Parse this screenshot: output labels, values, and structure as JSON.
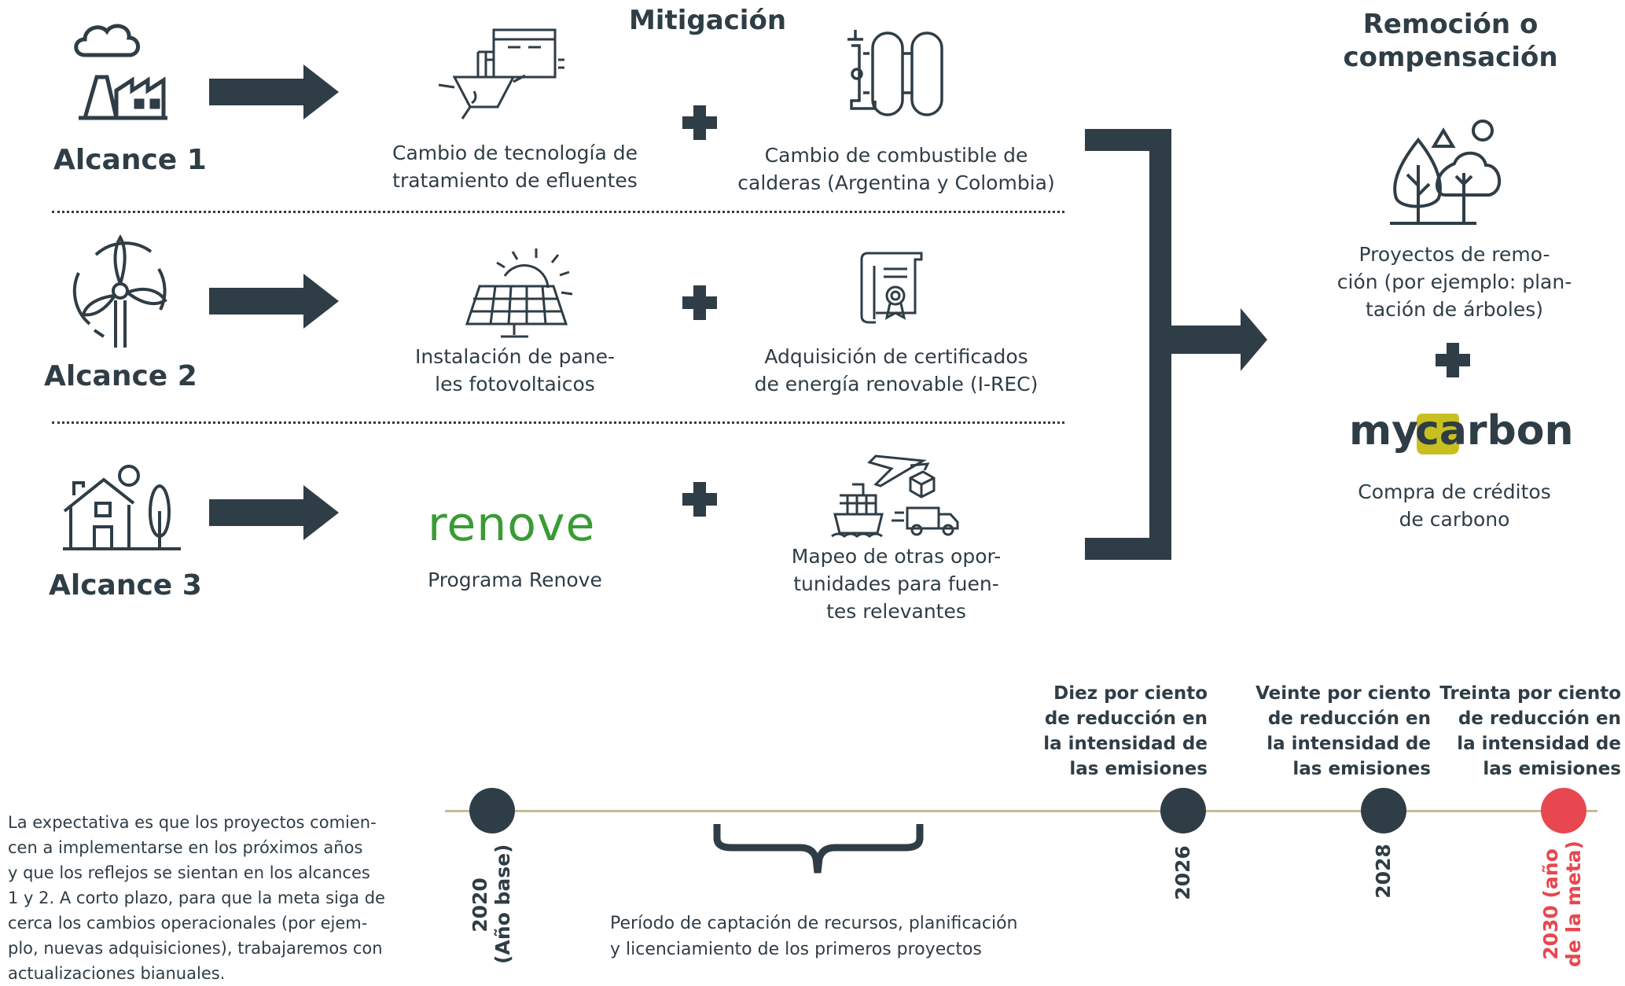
{
  "headings": {
    "mitigation": "Mitigación",
    "removal_line1": "Remoción o",
    "removal_line2": "compensación"
  },
  "scopes": [
    {
      "label": "Alcance 1",
      "icon": "factory-cloud-icon",
      "action1": {
        "line1": "Cambio de tecnología de",
        "line2": "tratamiento de efluentes",
        "icon": "effluent-treatment-icon"
      },
      "action2": {
        "line1": "Cambio de combustible de",
        "line2": "calderas (Argentina y Colombia)",
        "icon": "boiler-tanks-icon"
      }
    },
    {
      "label": "Alcance 2",
      "icon": "wind-turbine-icon",
      "action1": {
        "line1": "Instalación de pane-",
        "line2": "les fotovoltaicos",
        "icon": "solar-panel-icon"
      },
      "action2": {
        "line1": "Adquisición de certificados",
        "line2": "de energía renovable (I-REC)",
        "icon": "certificate-icon"
      }
    },
    {
      "label": "Alcance 3",
      "icon": "house-tree-icon",
      "action1": {
        "logo": "renove",
        "line1": "Programa Renove"
      },
      "action2": {
        "line1": "Mapeo de otras opor-",
        "line2": "tunidades para fuen-",
        "line3": "tes relevantes",
        "icon": "transport-logistics-icon"
      }
    }
  ],
  "removal": {
    "item1": {
      "line1": "Proyectos de remo-",
      "line2": "ción (por ejemplo: plan-",
      "line3": "tación de árboles)",
      "icon": "trees-icon"
    },
    "logo_my": "my",
    "logo_carbon": "carbon",
    "item2": {
      "line1": "Compra de créditos",
      "line2": "de carbono"
    }
  },
  "timeline": {
    "points": [
      {
        "year_line1": "2020",
        "year_line2": "(Año base)",
        "color": "#2f3d46"
      },
      {
        "year_line1": "2026",
        "color": "#2f3d46",
        "milestone": [
          "Diez por ciento",
          "de reducción en",
          "la intensidad de",
          "las emisiones"
        ]
      },
      {
        "year_line1": "2028",
        "color": "#2f3d46",
        "milestone": [
          "Veinte por ciento",
          "de reducción en",
          "la intensidad de",
          "las emisiones"
        ]
      },
      {
        "year_line1": "2030 (año",
        "year_line2": "de la meta)",
        "color": "#e8474f",
        "milestone": [
          "Treinta por ciento",
          "de reducción en",
          "la intensidad de",
          "las emisiones"
        ]
      }
    ],
    "period_line1": "Período de captación de recursos, planificación",
    "period_line2": "y licenciamiento de los primeros proyectos"
  },
  "note": [
    "La expectativa es que los proyectos comien-",
    "cen a implementarse en los próximos años",
    "y que los reflejos se sientan en los alcances",
    "1 y 2. A corto plazo, para que la meta siga de",
    "cerca los cambios operacionales (por ejem-",
    "plo, nuevas adquisiciones), trabajaremos con",
    "actualizaciones bianuales."
  ],
  "colors": {
    "primary": "#2f3d46",
    "accent": "#e8474f",
    "green": "#3a9b35",
    "timeline": "#c9b99a",
    "mycarbon_yellow": "#c8c020"
  }
}
